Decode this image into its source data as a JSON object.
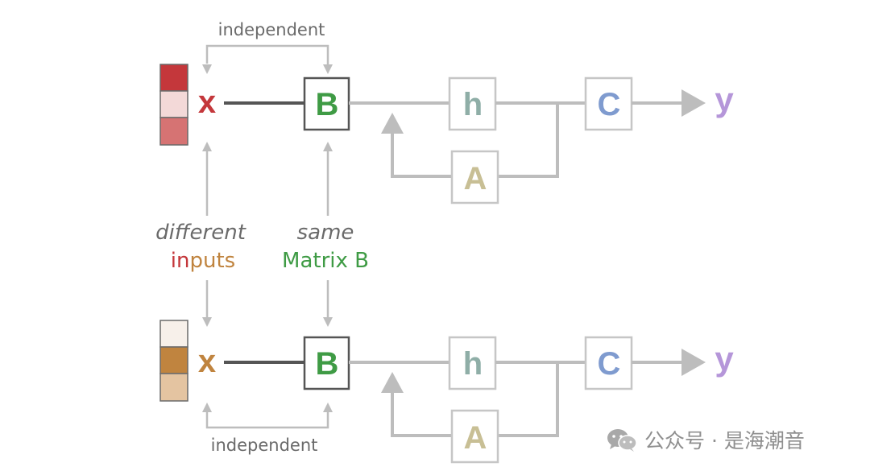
{
  "top": {
    "x_label": "x",
    "b_label": "B",
    "h_label": "h",
    "a_label": "A",
    "c_label": "C",
    "y_label": "y",
    "independent_label": "independent",
    "input_colors": [
      "#c4373b",
      "#f3d9d8",
      "#d67373"
    ]
  },
  "bottom": {
    "x_label": "x",
    "b_label": "B",
    "h_label": "h",
    "a_label": "A",
    "c_label": "C",
    "y_label": "y",
    "independent_label": "independent",
    "input_colors": [
      "#f7f0ea",
      "#c0843f",
      "#e4c4a1"
    ]
  },
  "middle": {
    "different": "different",
    "inputs_in": "in",
    "inputs_puts": "puts",
    "same": "same",
    "matrix_b": "Matrix B"
  },
  "watermark": {
    "text": "公众号 · 是海潮音",
    "icon": "wechat-icon"
  },
  "colors": {
    "x_top": "#c4373b",
    "x_bottom": "#c0843f",
    "b": "#3f9b45",
    "h": "#8faea7",
    "a": "#c8bf95",
    "c": "#7f9bcf",
    "y": "#b596d9",
    "lines": "#bdbdbd",
    "dark_line": "#555555",
    "box_border": "#c6c6c6",
    "b_border": "#555555",
    "text_gray": "#6a6a6a"
  }
}
